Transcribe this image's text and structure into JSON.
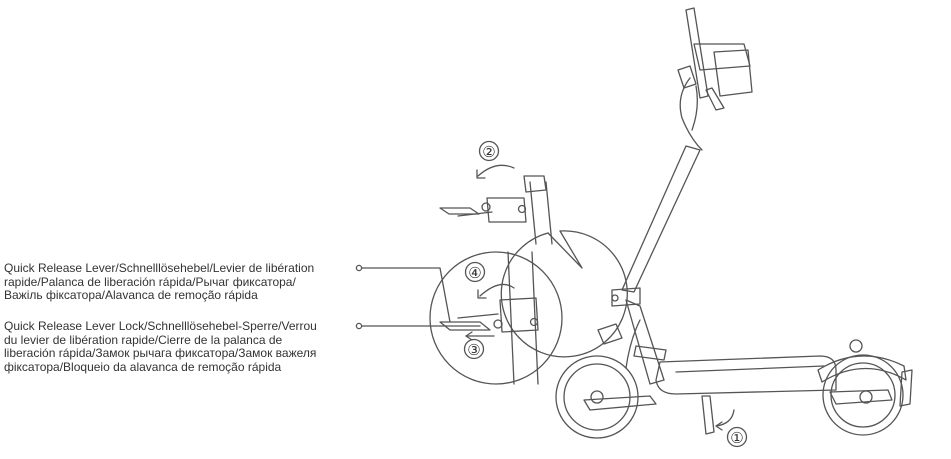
{
  "callouts": [
    {
      "lines": [
        "Quick Release Lever/Schnelllösehebel/Levier de libération",
        "rapide/Palanca de liberación rápida/Рычаг фиксатора/",
        "Важіль фіксатора/Alavanca de remoção rápida"
      ]
    },
    {
      "lines": [
        "Quick Release Lever Lock/Schnelllösehebel-Sperre/Verrou",
        "du levier de libération rapide/Cierre de la palanca de",
        "liberación rápida/Замок рычага фиксатора/Замок важеля",
        "фіксатора/Bloqueio da alavanca de remoção rápida"
      ]
    }
  ],
  "steps": [
    "①",
    "②",
    "③",
    "④"
  ],
  "colors": {
    "ink": "#333333",
    "line": "#555555",
    "background": "#ffffff"
  }
}
